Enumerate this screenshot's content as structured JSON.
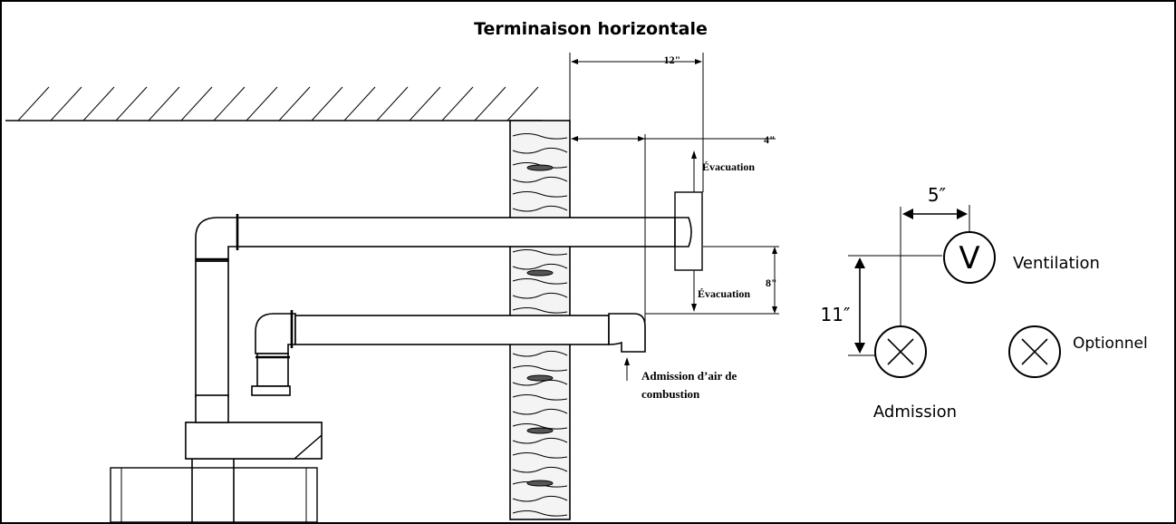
{
  "title": "Terminaison horizontale",
  "left_diagram": {
    "dim_wall_to_exhaust": "12\"",
    "dim_exhaust_to_intake": "4\"",
    "dim_vertical_spacing": "8\"",
    "label_exhaust_upper": "Évacuation",
    "label_exhaust_lower": "Évacuation",
    "label_intake_line1": "Admission d’air de",
    "label_intake_line2": "combustion"
  },
  "right_diagram": {
    "dim_horizontal": "5″",
    "dim_vertical": "11″",
    "vent_symbol": "V",
    "label_vent": "Ventilation",
    "label_intake": "Admission",
    "label_optional": "Optionnel"
  }
}
